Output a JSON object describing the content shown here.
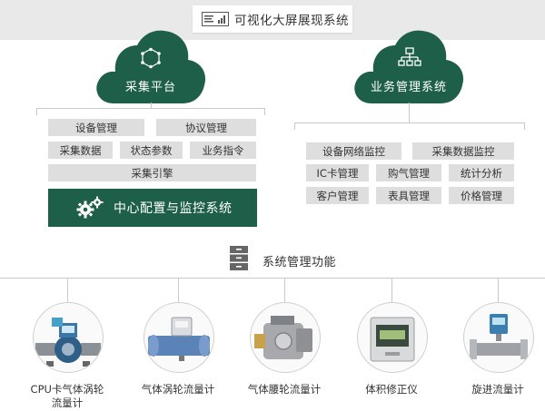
{
  "header": {
    "title": "可视化大屏展现系统",
    "icon": "monitor-chart-icon"
  },
  "left_cloud": {
    "label": "采集平台",
    "icon": "hexagon-network-icon",
    "tiles": {
      "device_mgmt": "设备管理",
      "protocol_mgmt": "协议管理",
      "collect_data": "采集数据",
      "status_params": "状态参数",
      "business_cmd": "业务指令",
      "collect_engine": "采集引擎"
    },
    "center": {
      "label": "中心配置与监控系统",
      "icon": "gears-icon"
    }
  },
  "right_cloud": {
    "label": "业务管理系统",
    "icon": "org-chart-icon",
    "tiles": {
      "net_monitor": "设备网络监控",
      "data_monitor": "采集数据监控",
      "ic_card": "IC卡管理",
      "gas_purchase": "购气管理",
      "statistics": "统计分析",
      "customer": "客户管理",
      "meter": "表具管理",
      "price": "价格管理"
    }
  },
  "system_mgmt": {
    "title": "系统管理功能",
    "icon": "file-cabinet-icon"
  },
  "devices": [
    {
      "label_line1": "CPU卡气体涡轮",
      "label_line2": "流量计",
      "icon": "cpu-turbine-meter-icon"
    },
    {
      "label_line1": "气体涡轮流量计",
      "label_line2": "",
      "icon": "turbine-meter-icon"
    },
    {
      "label_line1": "气体腰轮流量计",
      "label_line2": "",
      "icon": "roots-meter-icon"
    },
    {
      "label_line1": "体积修正仪",
      "label_line2": "",
      "icon": "volume-corrector-icon"
    },
    {
      "label_line1": "旋进流量计",
      "label_line2": "",
      "icon": "vortex-meter-icon"
    }
  ],
  "colors": {
    "green": "#1e5f4a",
    "tile": "#dedede",
    "line": "#c9c9c9",
    "band": "#e9e9e9"
  }
}
